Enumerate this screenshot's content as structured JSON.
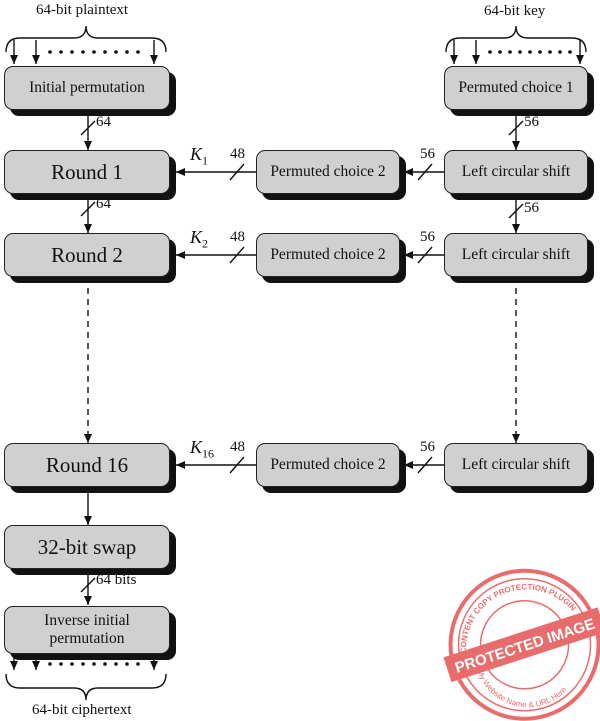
{
  "plaintext_label": "64-bit plaintext",
  "key_label": "64-bit key",
  "ciphertext_label": "64-bit ciphertext",
  "initial_permutation": "Initial permutation",
  "permuted_choice_1": "Permuted choice 1",
  "rounds": [
    "Round 1",
    "Round 2",
    "Round 16"
  ],
  "key_labels": [
    {
      "k": "K",
      "sub": "1"
    },
    {
      "k": "K",
      "sub": "2"
    },
    {
      "k": "K",
      "sub": "16"
    }
  ],
  "permuted_choice_2": "Permuted choice 2",
  "left_circular_shift": "Left circular shift",
  "swap": "32-bit swap",
  "inverse_permutation_line1": "Inverse initial",
  "inverse_permutation_line2": "permutation",
  "bits": {
    "b64": "64",
    "b56": "56",
    "b48": "48",
    "b64_bits": "64 bits"
  },
  "watermark": {
    "text": "PROTECTED IMAGE",
    "arc_top": "WP CONTENT COPY PROTECTION PLUGIN",
    "arc_bottom": "My Website Name & URL Here",
    "color": "#e23b3b"
  }
}
